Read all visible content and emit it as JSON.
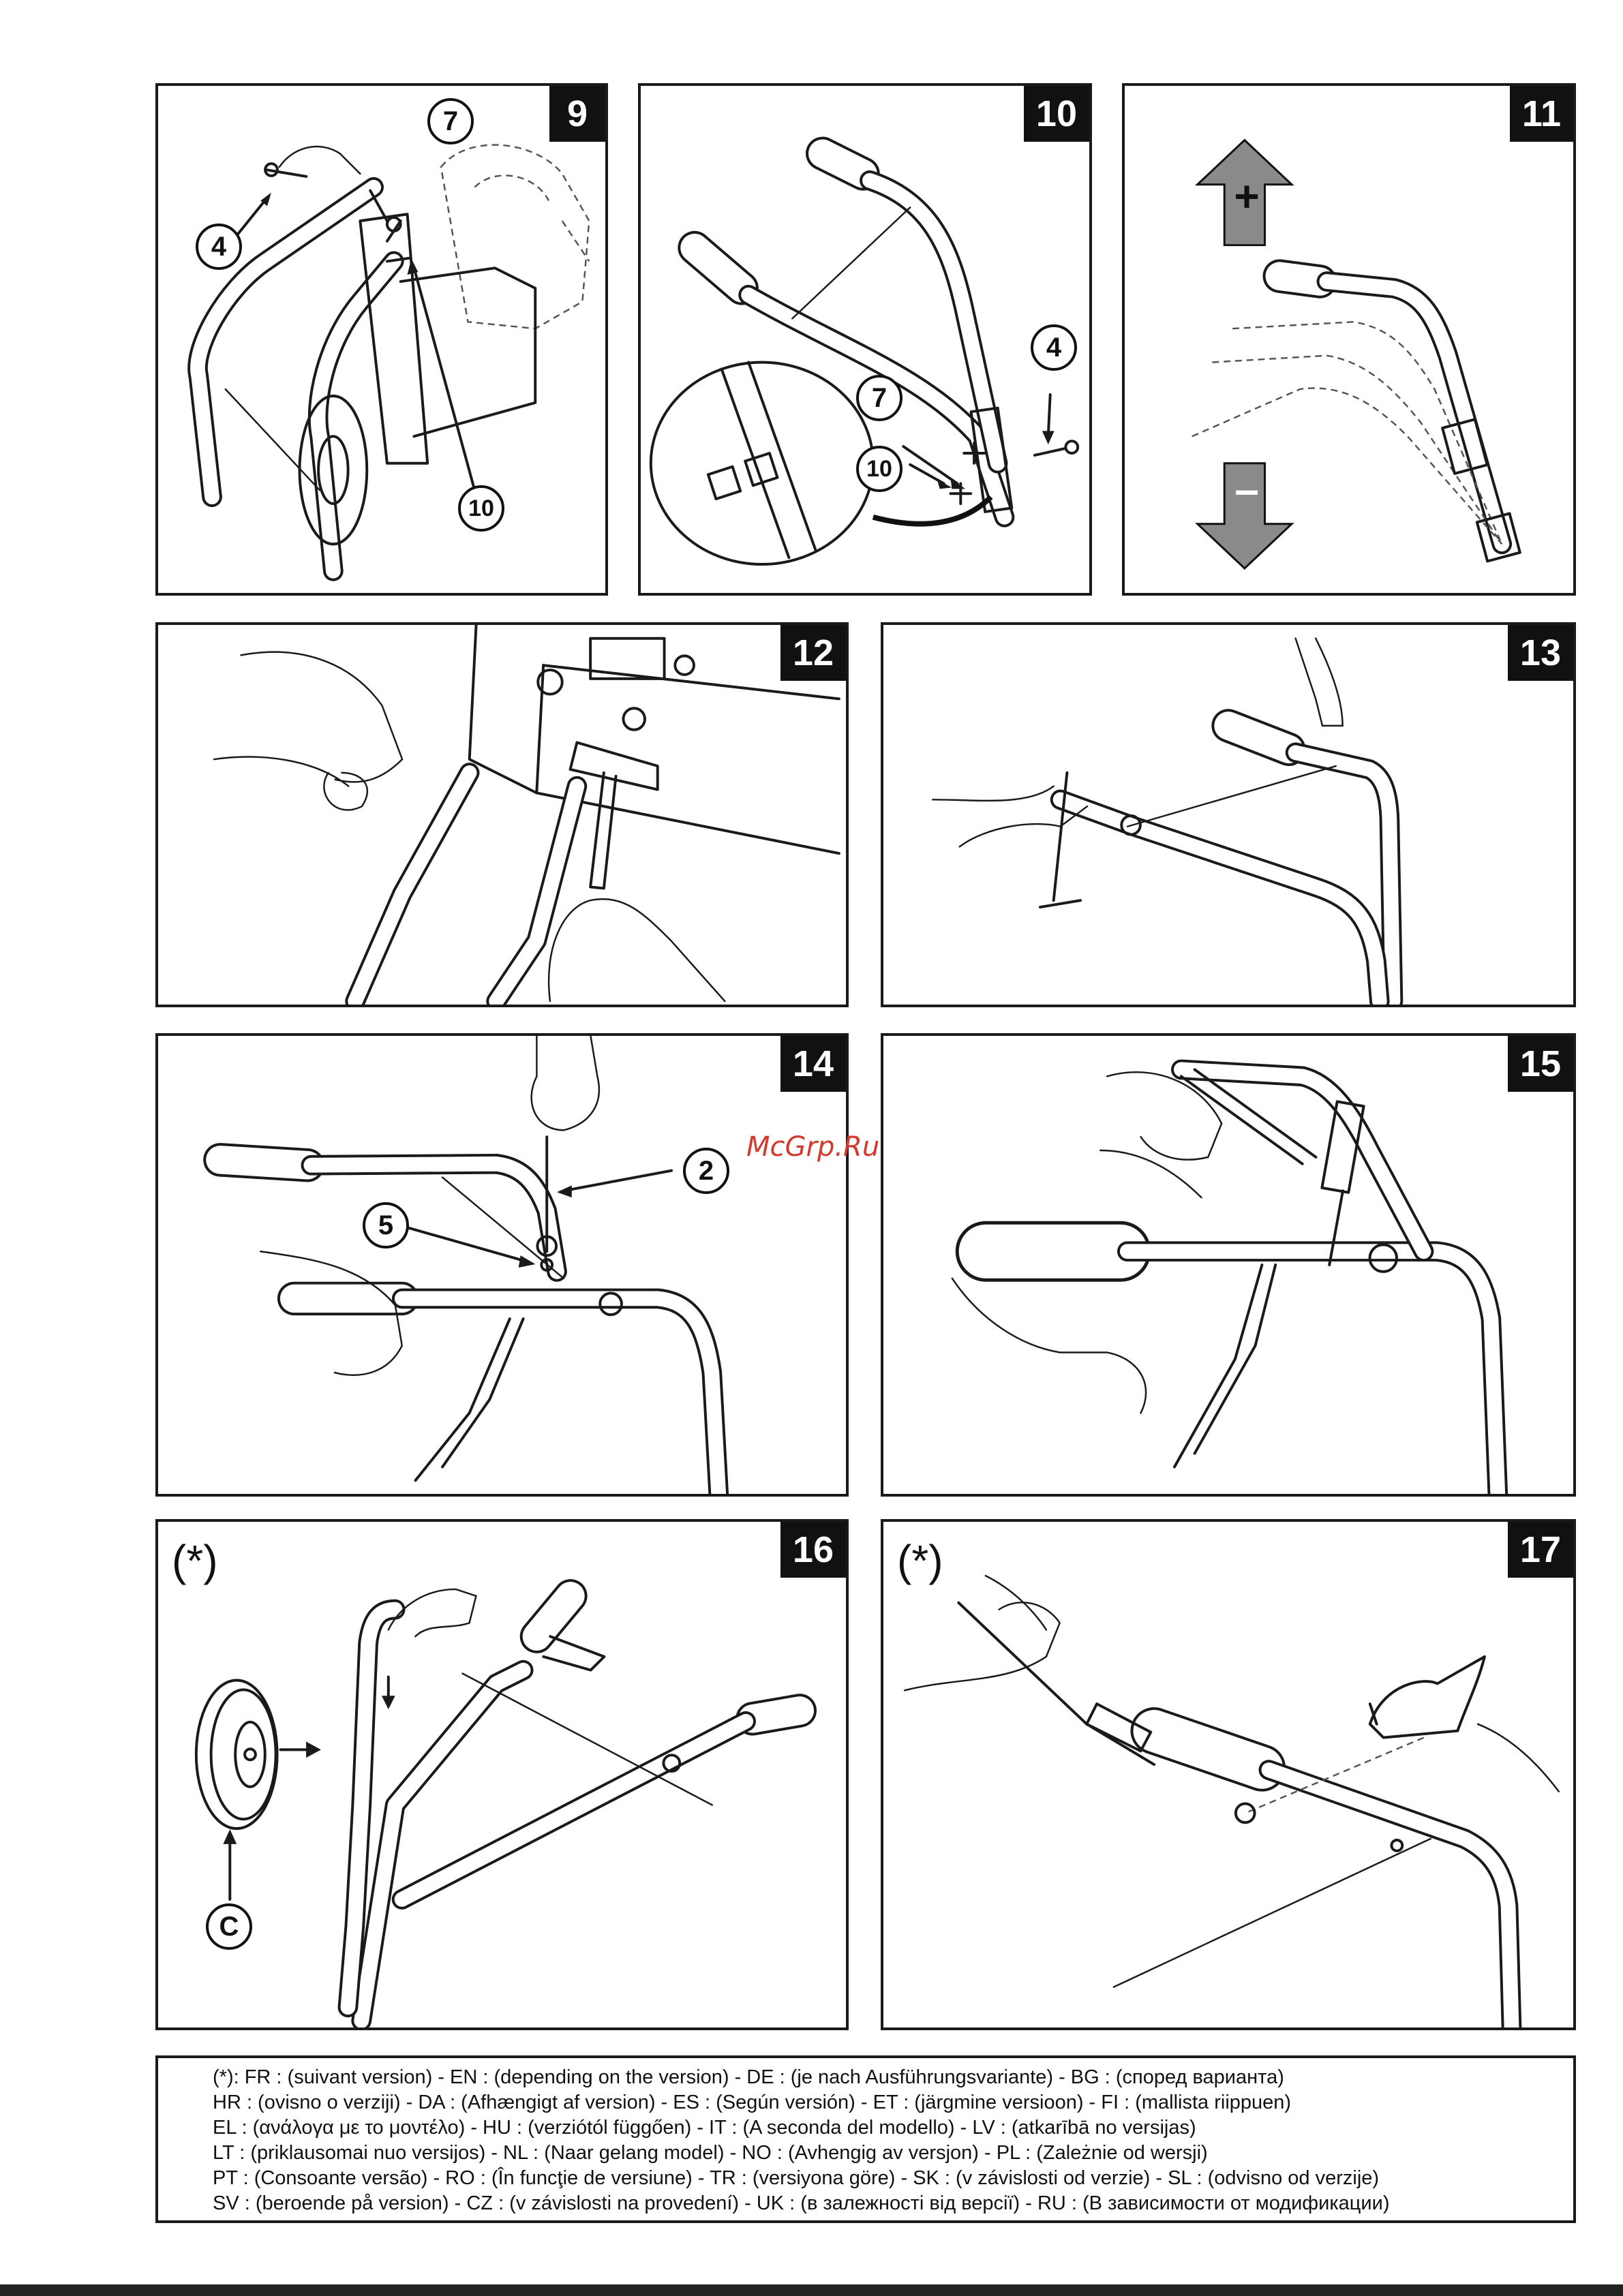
{
  "panels": [
    {
      "number": "9",
      "callouts": [
        "7",
        "4",
        "10"
      ]
    },
    {
      "number": "10",
      "callouts": [
        "4",
        "7",
        "10"
      ]
    },
    {
      "number": "11",
      "plus": "+",
      "minus": "–"
    },
    {
      "number": "12"
    },
    {
      "number": "13"
    },
    {
      "number": "14",
      "callouts": [
        "2",
        "5"
      ]
    },
    {
      "number": "15"
    },
    {
      "number": "16",
      "note": "(*)",
      "callouts": [
        "C"
      ]
    },
    {
      "number": "17",
      "note": "(*)"
    }
  ],
  "watermark": "McGrp.Ru",
  "legend": [
    "(*): FR : (suivant version) - EN : (depending on the version) - DE : (je nach Ausführungsvariante) - BG : (според варианта)",
    "HR : (ovisno o verziji) - DA : (Afhængigt af version) - ES : (Según versión) - ET : (järgmine versioon) - FI : (mallista riippuen)",
    "EL : (ανάλογα με το μοντέλο) - HU : (verziótól függően) - IT : (A seconda del modello) - LV : (atkarībā no versijas)",
    "LT : (priklausomai nuo versijos) - NL : (Naar gelang model) - NO : (Avhengig av versjon) - PL : (Zależnie od wersji)",
    "PT : (Consoante versão) - RO : (În funcţie de versiune) - TR : (versiyona göre) - SK : (v závislosti od verzie) - SL : (odvisno od verzije)",
    "SV : (beroende på version) - CZ : (v závislosti na provedení) - UK : (в залежності від версії) - RU : (В зависимости от модификации)"
  ],
  "colors": {
    "frame": "#1a1a1a",
    "watermark": "#d23a2b",
    "arrow_gray": "#8a8a8a"
  }
}
